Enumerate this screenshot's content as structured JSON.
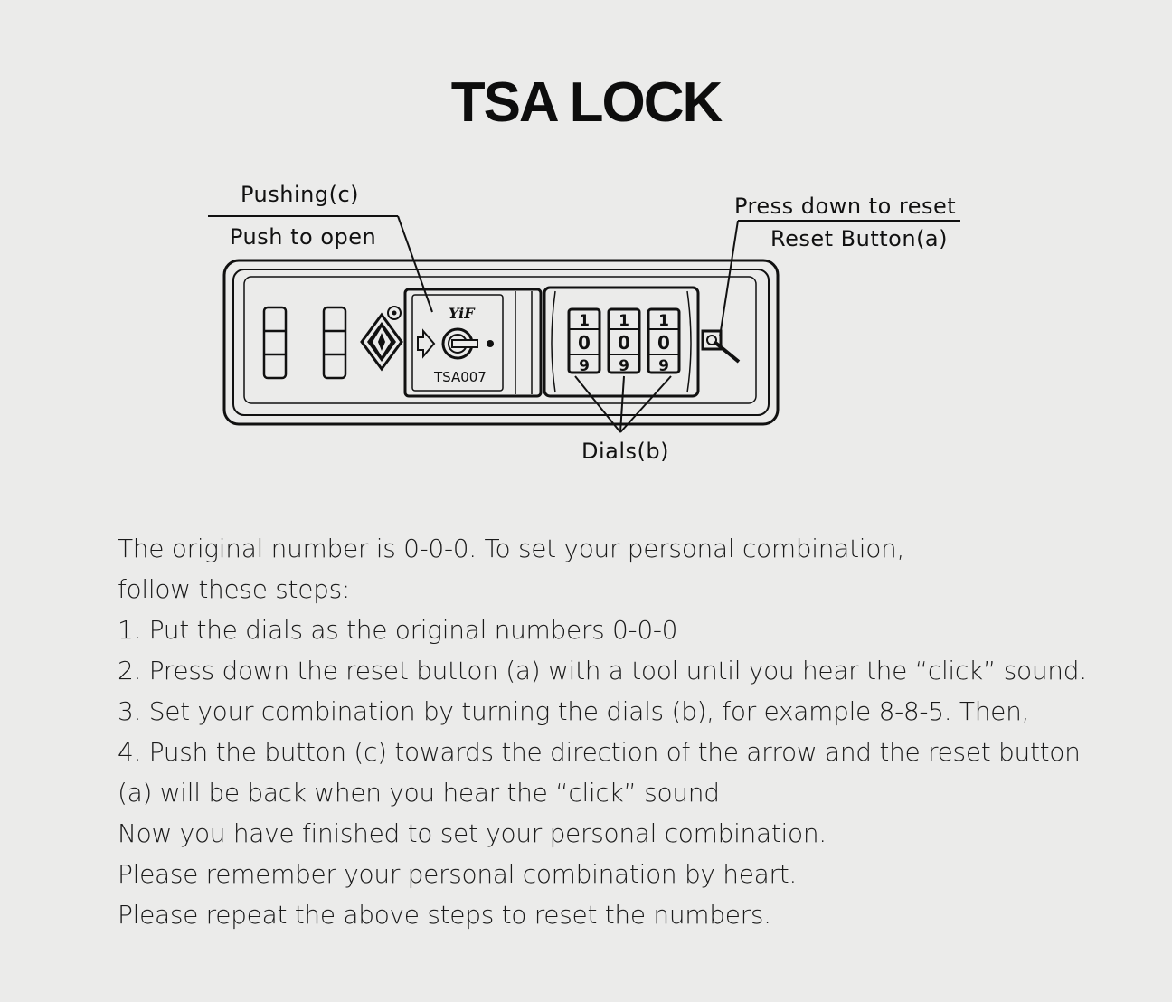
{
  "title": "TSA LOCK",
  "labels": {
    "pushing": "Pushing(c)",
    "push_to_open": "Push to open",
    "press_down": "Press down to reset",
    "reset_button": "Reset Button(a)",
    "dials": "Dials(b)",
    "brand": "YiF",
    "model": "TSA007",
    "dial_top": "1",
    "dial_mid": "0",
    "dial_bot": "9"
  },
  "instructions": [
    "The original number is 0-0-0. To set your personal combination,",
    "follow these steps:",
    "1. Put the dials as the original numbers 0-0-0",
    "2. Press down the reset button (a) with a tool until you hear the “click” sound.",
    "3. Set your combination by turning the dials (b), for example 8-8-5. Then,",
    "4. Push the button (c) towards the direction of the arrow and the reset button",
    "(a) will be back when you hear the “click” sound",
    "Now you have finished to set your personal combination.",
    "Please remember your personal combination by heart.",
    "Please repeat the above steps to reset the numbers."
  ]
}
